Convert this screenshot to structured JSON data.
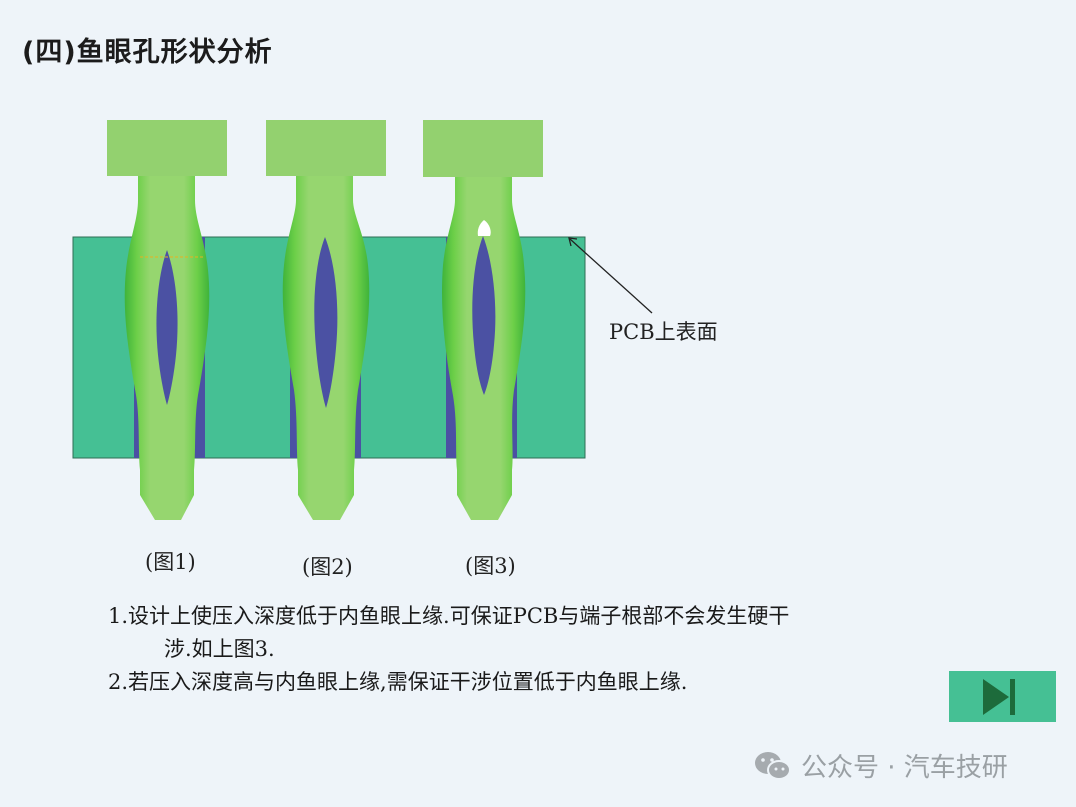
{
  "title": "(四)鱼眼孔形状分析",
  "pcb_label": "PCB上表面",
  "captions": [
    "(图1)",
    "(图2)",
    "(图3)"
  ],
  "notes": {
    "line1": "1.设计上使压入深度低于内鱼眼上缘.可保证PCB与端子根部不会发生硬干",
    "line1_cont": "涉.如上图3.",
    "line2": "2.若压入深度高与内鱼眼上缘,需保证干涉位置低于内鱼眼上缘."
  },
  "play_button": {
    "icon": "skip-next-icon"
  },
  "watermark": {
    "text": "公众号 · 汽车技研",
    "icon": "wechat-icon"
  },
  "colors": {
    "background": "#eef4f9",
    "pcb": "#45c094",
    "hole": "#4b51a3",
    "pin_light": "#93d16f",
    "pin_mid": "#6bd04a",
    "pin_dark": "#43b83b",
    "button": "#45c094"
  }
}
